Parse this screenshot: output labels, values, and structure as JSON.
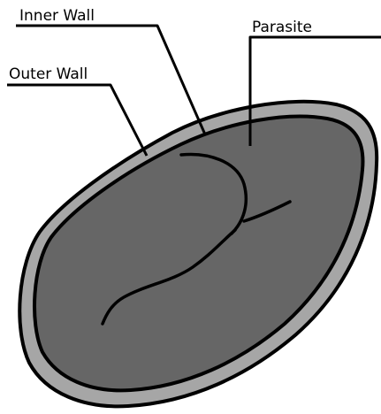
{
  "labels": {
    "inner_wall": "Inner Wall",
    "outer_wall": "Outer Wall",
    "parasite": "Parasite"
  },
  "colors": {
    "outer_wall_fill": "#a6a6a6",
    "parasite_fill": "#666666",
    "outline": "#000000",
    "background": "#ffffff"
  }
}
